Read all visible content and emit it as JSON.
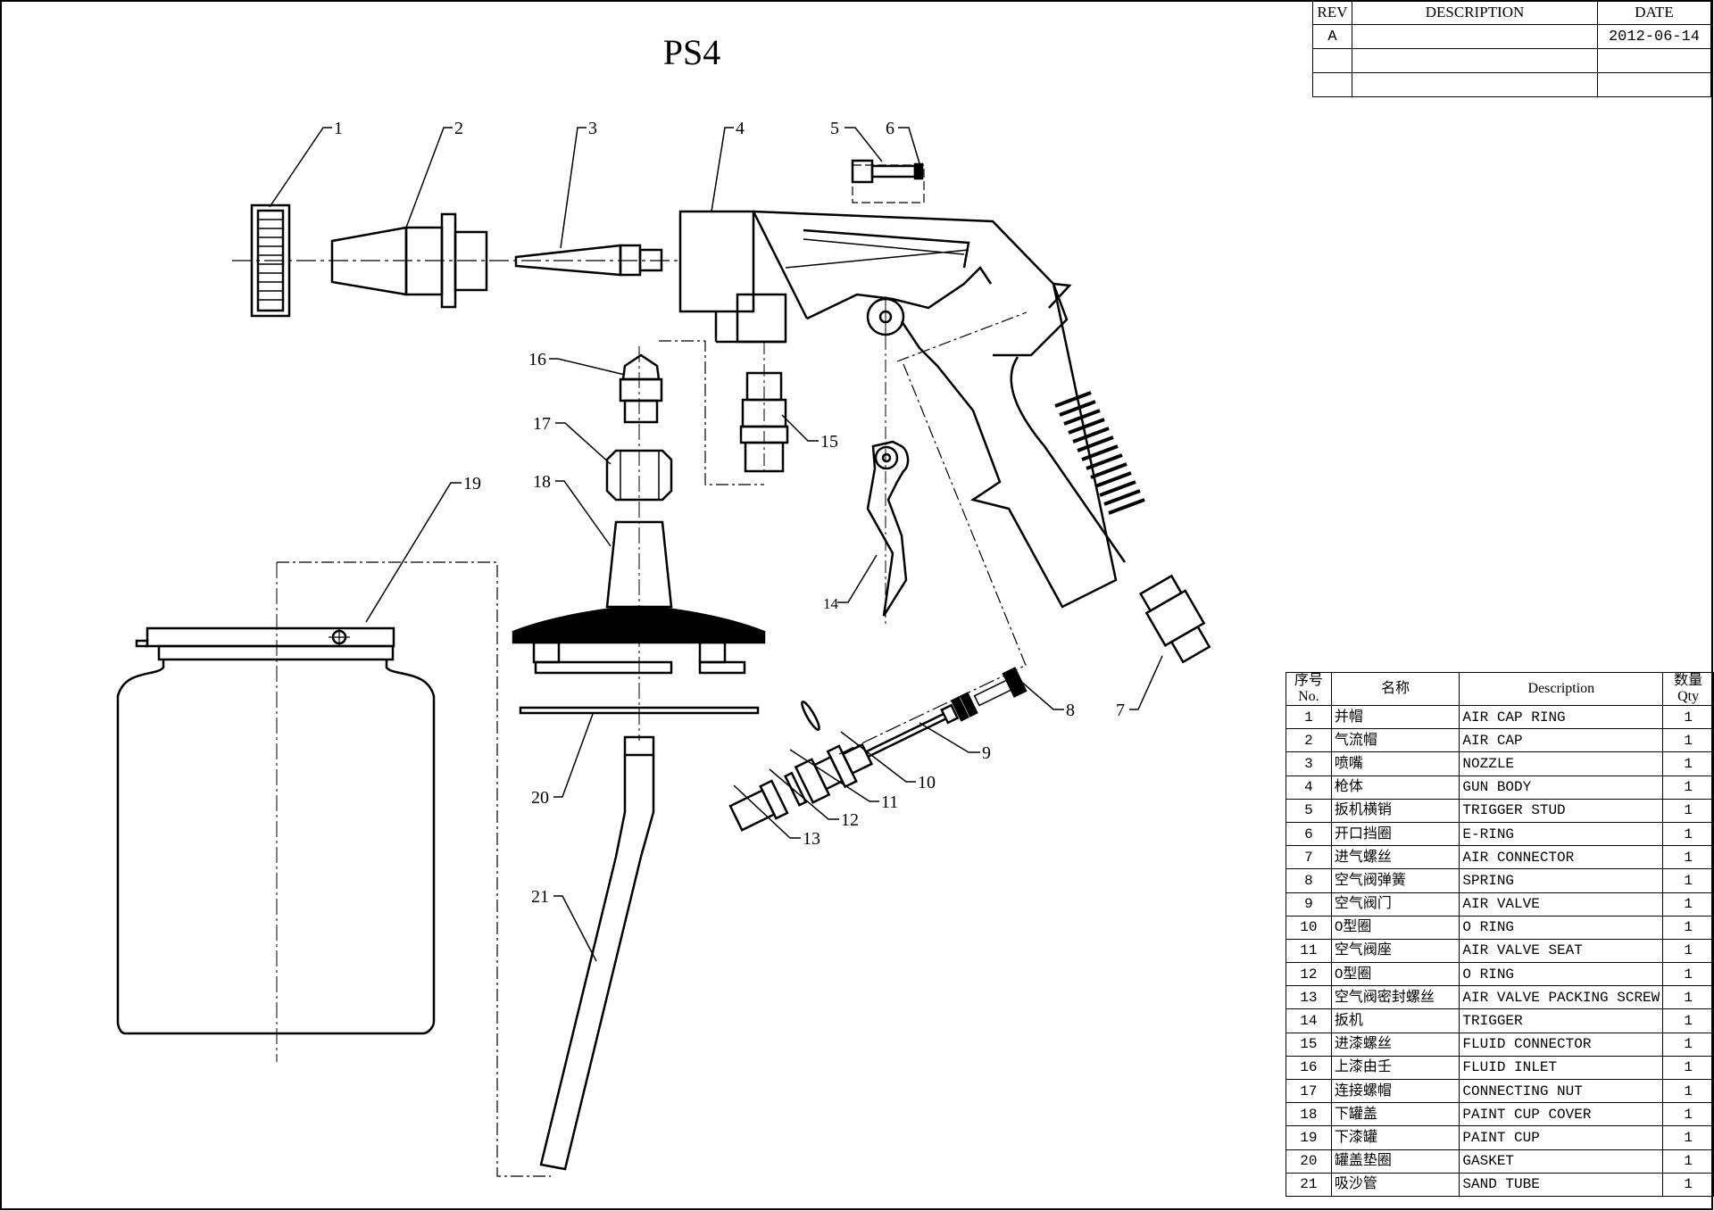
{
  "title": "PS4",
  "revision_table": {
    "headers": [
      "REV",
      "DESCRIPTION",
      "DATE"
    ],
    "rows": [
      {
        "rev": "A",
        "description": "",
        "date": "2012-06-14"
      },
      {
        "rev": "",
        "description": "",
        "date": ""
      },
      {
        "rev": "",
        "description": "",
        "date": ""
      }
    ]
  },
  "parts_table": {
    "headers": {
      "no_cn": "序号",
      "no_en": "No.",
      "name_cn": "名称",
      "desc": "Description",
      "qty_cn": "数量",
      "qty_en": "Qty"
    },
    "rows": [
      {
        "no": "1",
        "name": "并帽",
        "desc": "AIR CAP RING",
        "qty": "1"
      },
      {
        "no": "2",
        "name": "气流帽",
        "desc": "AIR CAP",
        "qty": "1"
      },
      {
        "no": "3",
        "name": "喷嘴",
        "desc": "NOZZLE",
        "qty": "1"
      },
      {
        "no": "4",
        "name": "枪体",
        "desc": "GUN BODY",
        "qty": "1"
      },
      {
        "no": "5",
        "name": "扳机横销",
        "desc": "TRIGGER STUD",
        "qty": "1"
      },
      {
        "no": "6",
        "name": "开口挡圈",
        "desc": "E-RING",
        "qty": "1"
      },
      {
        "no": "7",
        "name": "进气螺丝",
        "desc": "AIR CONNECTOR",
        "qty": "1"
      },
      {
        "no": "8",
        "name": "空气阀弹簧",
        "desc": "SPRING",
        "qty": "1"
      },
      {
        "no": "9",
        "name": "空气阀门",
        "desc": "AIR VALVE",
        "qty": "1"
      },
      {
        "no": "10",
        "name": "O型圈",
        "desc": "O RING",
        "qty": "1"
      },
      {
        "no": "11",
        "name": "空气阀座",
        "desc": "AIR VALVE SEAT",
        "qty": "1"
      },
      {
        "no": "12",
        "name": "O型圈",
        "desc": "O RING",
        "qty": "1"
      },
      {
        "no": "13",
        "name": "空气阀密封螺丝",
        "desc": "AIR VALVE PACKING SCREW",
        "qty": "1"
      },
      {
        "no": "14",
        "name": "扳机",
        "desc": "TRIGGER",
        "qty": "1"
      },
      {
        "no": "15",
        "name": "进漆螺丝",
        "desc": "FLUID CONNECTOR",
        "qty": "1"
      },
      {
        "no": "16",
        "name": "上漆由壬",
        "desc": "FLUID INLET",
        "qty": "1"
      },
      {
        "no": "17",
        "name": "连接螺帽",
        "desc": "CONNECTING NUT",
        "qty": "1"
      },
      {
        "no": "18",
        "name": "下罐盖",
        "desc": "PAINT CUP COVER",
        "qty": "1"
      },
      {
        "no": "19",
        "name": "下漆罐",
        "desc": "PAINT CUP",
        "qty": "1"
      },
      {
        "no": "20",
        "name": "罐盖垫圈",
        "desc": "GASKET",
        "qty": "1"
      },
      {
        "no": "21",
        "name": "吸沙管",
        "desc": "SAND TUBE",
        "qty": "1"
      }
    ]
  },
  "callouts": [
    "1",
    "2",
    "3",
    "4",
    "5",
    "6",
    "7",
    "8",
    "9",
    "10",
    "11",
    "12",
    "13",
    "14",
    "15",
    "16",
    "17",
    "18",
    "19",
    "20",
    "21"
  ]
}
